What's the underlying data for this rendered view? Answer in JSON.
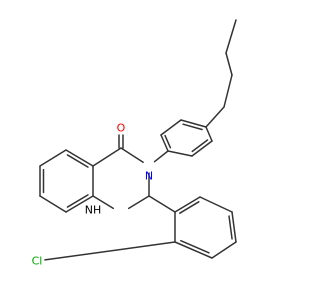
{
  "molecule": {
    "atoms": {
      "oxygen": {
        "symbol": "O",
        "color": "#ff0000"
      },
      "nitrogen_3": {
        "symbol": "N",
        "color": "#0000ff"
      },
      "nitrogen_1": {
        "symbol": "NH",
        "color": "#000000"
      },
      "chlorine": {
        "symbol": "Cl",
        "color": "#00aa00"
      }
    },
    "bond_color": "#333333"
  }
}
